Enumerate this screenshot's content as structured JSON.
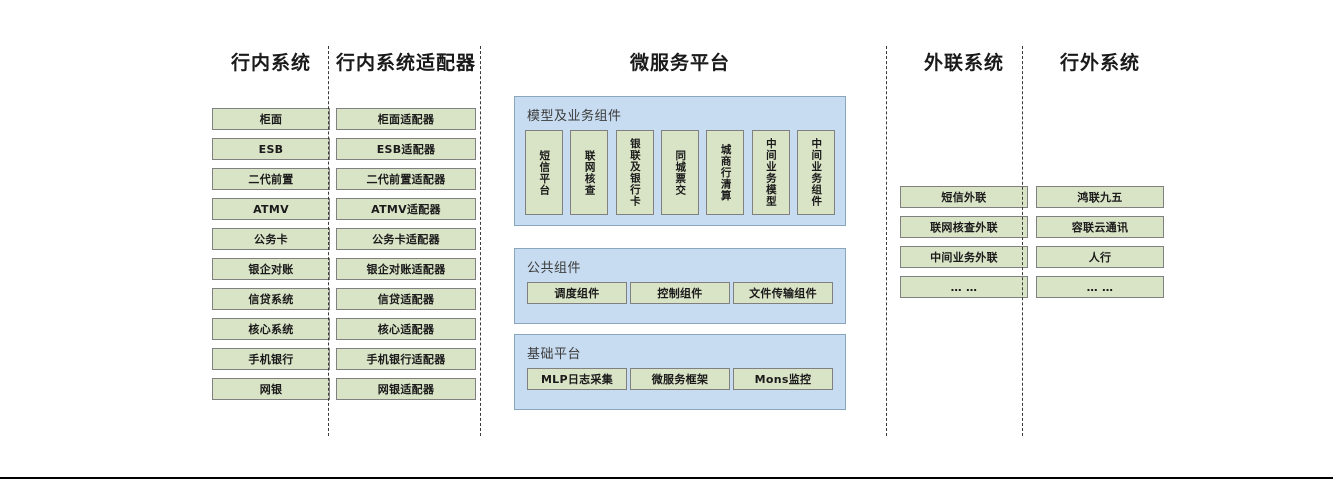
{
  "columns": [
    {
      "id": "internal-systems",
      "title": "行内系统",
      "items": [
        "柜面",
        "ESB",
        "二代前置",
        "ATMV",
        "公务卡",
        "银企对账",
        "信贷系统",
        "核心系统",
        "手机银行",
        "网银"
      ]
    },
    {
      "id": "internal-adapters",
      "title": "行内系统适配器",
      "items": [
        "柜面适配器",
        "ESB适配器",
        "二代前置适配器",
        "ATMV适配器",
        "公务卡适配器",
        "银企对账适配器",
        "信贷适配器",
        "核心适配器",
        "手机银行适配器",
        "网银适配器"
      ]
    },
    {
      "id": "external-link-systems",
      "title": "外联系统",
      "items": [
        "短信外联",
        "联网核查外联",
        "中间业务外联",
        "… …"
      ]
    },
    {
      "id": "outside-bank-systems",
      "title": "行外系统",
      "items": [
        "鸿联九五",
        "容联云通讯",
        "人行",
        "… …"
      ]
    }
  ],
  "microservice": {
    "title": "微服务平台",
    "panels": [
      {
        "id": "model-business-components",
        "title": "模型及业务组件",
        "orientation": "vertical",
        "items": [
          "短信平台",
          "联网核查",
          "银联及银行卡",
          "同城票交",
          "城商行清算",
          "中间业务模型",
          "中间业务组件"
        ]
      },
      {
        "id": "common-components",
        "title": "公共组件",
        "orientation": "horizontal",
        "items": [
          "调度组件",
          "控制组件",
          "文件传输组件"
        ]
      },
      {
        "id": "base-platform",
        "title": "基础平台",
        "orientation": "horizontal",
        "items": [
          "MLP日志采集",
          "微服务框架",
          "Mons监控"
        ]
      }
    ]
  },
  "colors": {
    "node_fill": "#d9e4c7",
    "node_border": "#808080",
    "panel_fill": "#c7dcf0",
    "panel_border": "#8ba7c0",
    "divider": "#3a3a3a",
    "text": "#1a1a1a"
  }
}
